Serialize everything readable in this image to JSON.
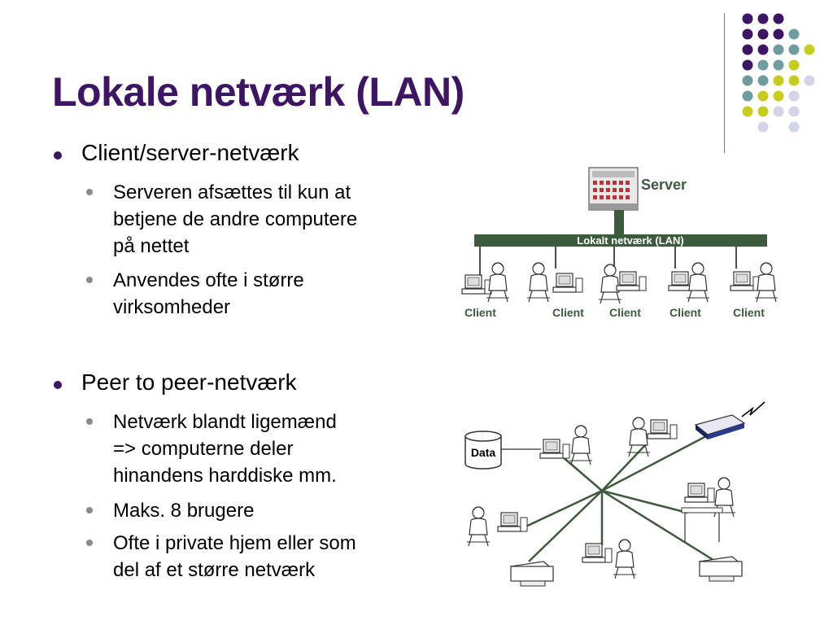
{
  "slide": {
    "title": "Lokale netværk (LAN)",
    "sections": [
      {
        "heading": "Client/server-netværk",
        "points": [
          [
            "Serveren afsættes til kun at",
            "betjene de andre computere",
            "på nettet"
          ],
          [
            "Anvendes ofte i større",
            "virksomheder"
          ]
        ]
      },
      {
        "heading": "Peer to peer-netværk",
        "points": [
          [
            "Netværk blandt ligemænd",
            "=> computerne deler",
            "hinandens harddiske mm."
          ],
          [
            "Maks. 8 brugere"
          ],
          [
            "Ofte i private hjem eller som",
            "del af et større netværk"
          ]
        ]
      }
    ]
  },
  "figure_client_server": {
    "server_label": "Server",
    "lan_label": "Lokalt netværk (LAN)",
    "client_labels": [
      "Client",
      "Client",
      "Client",
      "Client",
      "Client"
    ]
  },
  "figure_peer": {
    "data_label": "Data"
  },
  "colors": {
    "title": "#3d1565",
    "dark_purple": "#3d1565",
    "teal": "#6f9c9e",
    "olive": "#c8cc1e",
    "lavender": "#d4d4e8",
    "network_green": "#3c5a3c"
  }
}
